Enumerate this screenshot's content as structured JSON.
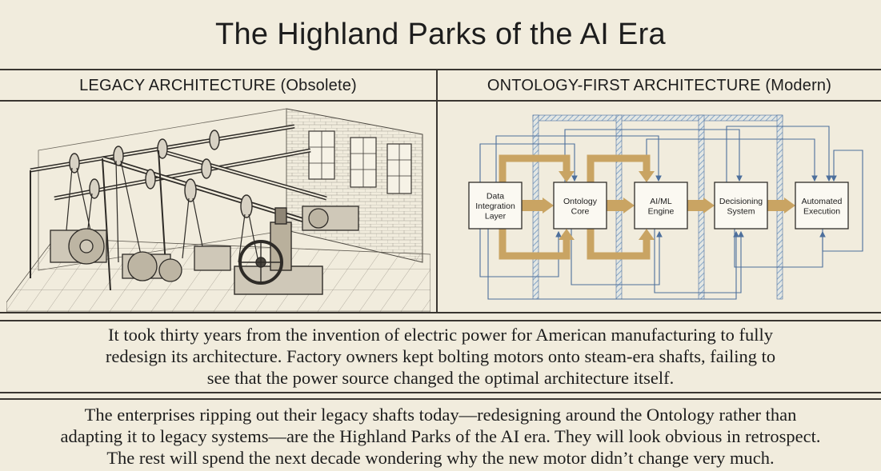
{
  "title": "The Highland Parks of the AI Era",
  "columns": {
    "legacy_heading": "LEGACY ARCHITECTURE (Obsolete)",
    "modern_heading": "ONTOLOGY-FIRST ARCHITECTURE (Modern)"
  },
  "diagram": {
    "nodes": [
      {
        "lines": [
          "Data",
          "Integration",
          "Layer"
        ]
      },
      {
        "lines": [
          "Ontology",
          "Core"
        ]
      },
      {
        "lines": [
          "AI/ML",
          "Engine"
        ]
      },
      {
        "lines": [
          "Decisioning",
          "System"
        ]
      },
      {
        "lines": [
          "Automated",
          "Execution"
        ]
      }
    ]
  },
  "paragraph1": {
    "lines": [
      "It took thirty years from the invention of electric power for American manufacturing to fully",
      "redesign its architecture. Factory owners kept bolting motors onto steam-era shafts, failing to",
      "see that the power source changed the optimal architecture itself."
    ]
  },
  "paragraph2": {
    "lines": [
      "The enterprises ripping out their legacy shafts today—redesigning around the Ontology rather than",
      "adapting it to legacy systems—are the Highland Parks of the AI era. They will look obvious in retrospect.",
      "The rest will spend the next decade wondering why the new motor didn’t change very much."
    ]
  },
  "colors": {
    "background": "#f1ecdd",
    "ink": "#1d1d1d",
    "gold_arrow": "#c9a463",
    "blue_line": "#4d6f9c",
    "hatched_pipe": "#86a6c6"
  }
}
